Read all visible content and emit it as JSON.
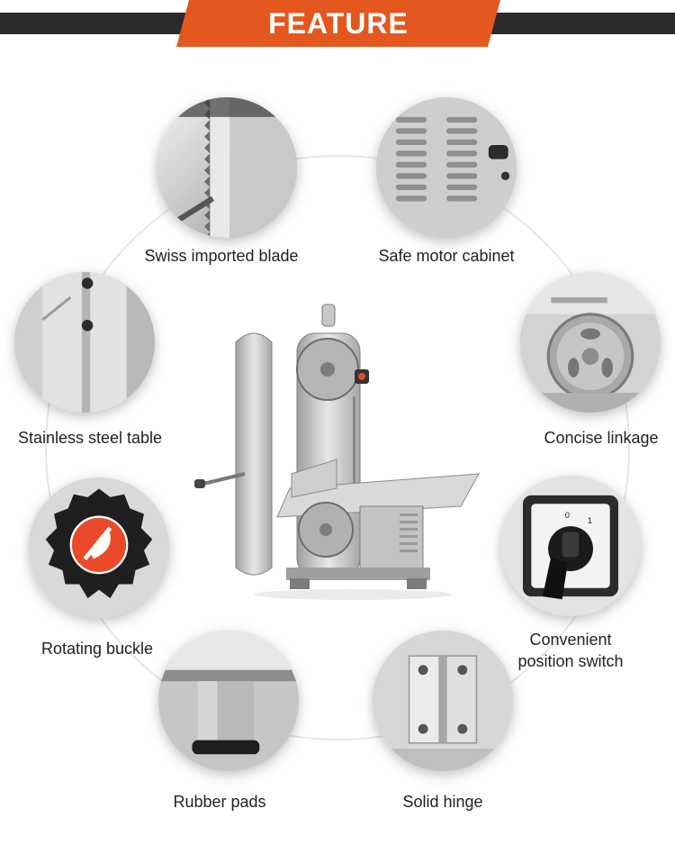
{
  "header": {
    "title": "FEATURE",
    "accent": "#e4571f",
    "bar": "#2a2a2a"
  },
  "features": {
    "blade": "Swiss imported blade",
    "motor": "Safe motor cabinet",
    "table": "Stainless steel table",
    "linkage": "Concise linkage",
    "buckle": "Rotating buckle",
    "switch_line1": "Convenient",
    "switch_line2": "position switch",
    "pads": "Rubber pads",
    "hinge": "Solid hinge"
  },
  "switch_marks": {
    "off": "0",
    "on": "1"
  }
}
